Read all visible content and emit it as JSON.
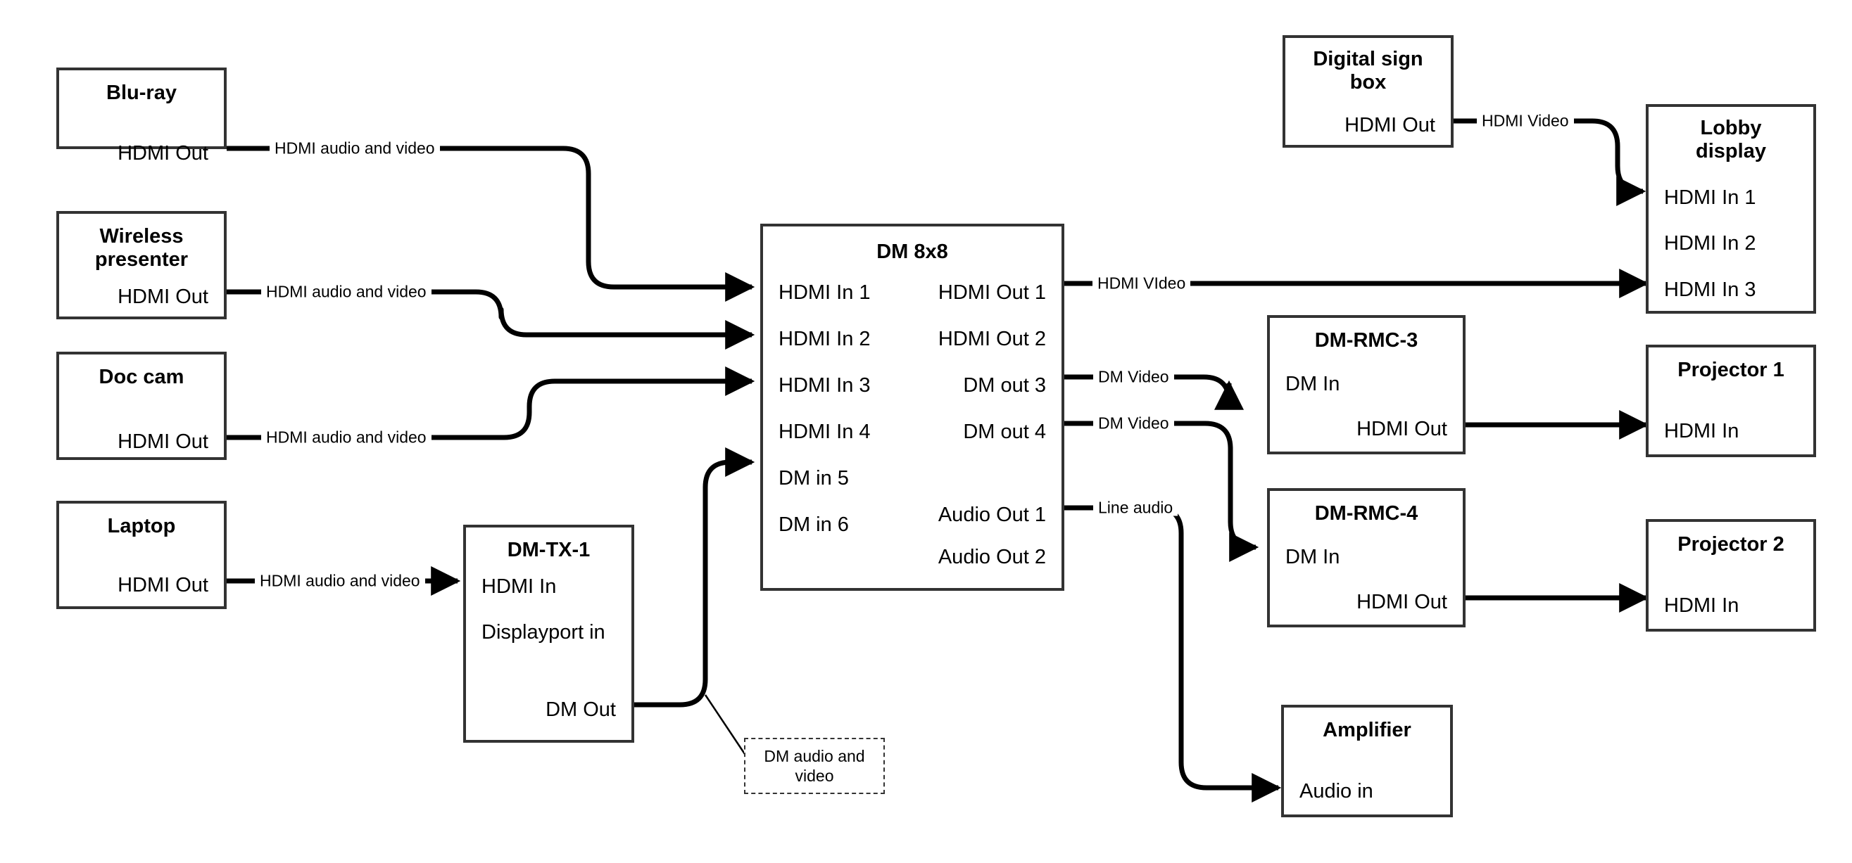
{
  "diagram": {
    "title": "AV signal routing diagram",
    "line_color": "#000000",
    "box_border_color": "#333333",
    "background": "#ffffff"
  },
  "nodes": [
    {
      "id": "blu-ray",
      "title": "Blu-ray",
      "ports": [
        {
          "label": "HDMI Out",
          "align": "right"
        }
      ]
    },
    {
      "id": "wireless-presenter",
      "title": "Wireless\npresenter",
      "ports": [
        {
          "label": "HDMI Out",
          "align": "right"
        }
      ]
    },
    {
      "id": "doc-cam",
      "title": "Doc cam",
      "ports": [
        {
          "label": "HDMI Out",
          "align": "right"
        }
      ]
    },
    {
      "id": "laptop",
      "title": "Laptop",
      "ports": [
        {
          "label": "HDMI Out",
          "align": "right"
        }
      ]
    },
    {
      "id": "dm-tx-1",
      "title": "DM-TX-1",
      "ports": [
        {
          "label": "HDMI In",
          "align": "left"
        },
        {
          "label": "Displayport in",
          "align": "left"
        },
        {
          "label": "DM Out",
          "align": "right"
        }
      ]
    },
    {
      "id": "dm-8x8",
      "title": "DM 8x8",
      "ports": [
        {
          "label": "HDMI In 1",
          "align": "left"
        },
        {
          "label": "HDMI In 2",
          "align": "left"
        },
        {
          "label": "HDMI In 3",
          "align": "left"
        },
        {
          "label": "HDMI In 4",
          "align": "left"
        },
        {
          "label": "DM in 5",
          "align": "left"
        },
        {
          "label": "DM in 6",
          "align": "left"
        },
        {
          "label": "HDMI Out 1",
          "align": "right"
        },
        {
          "label": "HDMI Out 2",
          "align": "right"
        },
        {
          "label": "DM out 3",
          "align": "right"
        },
        {
          "label": "DM out 4",
          "align": "right"
        },
        {
          "label": "Audio Out 1",
          "align": "right"
        },
        {
          "label": "Audio Out 2",
          "align": "right"
        }
      ]
    },
    {
      "id": "digital-sign-box",
      "title": "Digital sign\nbox",
      "ports": [
        {
          "label": "HDMI Out",
          "align": "right"
        }
      ]
    },
    {
      "id": "lobby-display",
      "title": "Lobby\ndisplay",
      "ports": [
        {
          "label": "HDMI In 1",
          "align": "left"
        },
        {
          "label": "HDMI In 2",
          "align": "left"
        },
        {
          "label": "HDMI In 3",
          "align": "left"
        }
      ]
    },
    {
      "id": "dm-rmc-3",
      "title": "DM-RMC-3",
      "ports": [
        {
          "label": "DM In",
          "align": "left"
        },
        {
          "label": "HDMI Out",
          "align": "right"
        }
      ]
    },
    {
      "id": "dm-rmc-4",
      "title": "DM-RMC-4",
      "ports": [
        {
          "label": "DM In",
          "align": "left"
        },
        {
          "label": "HDMI Out",
          "align": "right"
        }
      ]
    },
    {
      "id": "projector-1",
      "title": "Projector 1",
      "ports": [
        {
          "label": "HDMI In",
          "align": "left"
        }
      ]
    },
    {
      "id": "projector-2",
      "title": "Projector 2",
      "ports": [
        {
          "label": "HDMI In",
          "align": "left"
        }
      ]
    },
    {
      "id": "amplifier",
      "title": "Amplifier",
      "ports": [
        {
          "label": "Audio in",
          "align": "left"
        }
      ]
    }
  ],
  "edges": [
    {
      "id": "bluray-to-dm",
      "label": "HDMI audio and video",
      "from": "blu-ray.HDMI Out",
      "to": "dm-8x8.HDMI In 1"
    },
    {
      "id": "wireless-to-dm",
      "label": "HDMI audio and video",
      "from": "wireless-presenter.HDMI Out",
      "to": "dm-8x8.HDMI In 2"
    },
    {
      "id": "doccam-to-dm",
      "label": "HDMI audio and video",
      "from": "doc-cam.HDMI Out",
      "to": "dm-8x8.HDMI In 3"
    },
    {
      "id": "laptop-to-tx",
      "label": "HDMI audio and video",
      "from": "laptop.HDMI Out",
      "to": "dm-tx-1.HDMI In"
    },
    {
      "id": "tx-to-dm",
      "label": "DM audio and video",
      "from": "dm-tx-1.DM Out",
      "to": "dm-8x8.DM in 5",
      "callout": true
    },
    {
      "id": "dm-hdmiout1-lobby",
      "label": "HDMI VIdeo",
      "from": "dm-8x8.HDMI Out 1",
      "to": "lobby-display.HDMI In 3"
    },
    {
      "id": "dm-dmout3-rmc3",
      "label": "DM Video",
      "from": "dm-8x8.DM out 3",
      "to": "dm-rmc-3.DM In"
    },
    {
      "id": "dm-dmout4-rmc4",
      "label": "DM Video",
      "from": "dm-8x8.DM out 4",
      "to": "dm-rmc-4.DM In"
    },
    {
      "id": "dm-audio1-amp",
      "label": "Line audio",
      "from": "dm-8x8.Audio Out 1",
      "to": "amplifier.Audio in"
    },
    {
      "id": "sign-to-lobby",
      "label": "HDMI Video",
      "from": "digital-sign-box.HDMI Out",
      "to": "lobby-display.HDMI In 1"
    },
    {
      "id": "rmc3-to-proj1",
      "label": "",
      "from": "dm-rmc-3.HDMI Out",
      "to": "projector-1.HDMI In"
    },
    {
      "id": "rmc4-to-proj2",
      "label": "",
      "from": "dm-rmc-4.HDMI Out",
      "to": "projector-2.HDMI In"
    }
  ],
  "callouts": [
    {
      "id": "dm-audio-video-callout",
      "text": "DM audio and video"
    }
  ]
}
